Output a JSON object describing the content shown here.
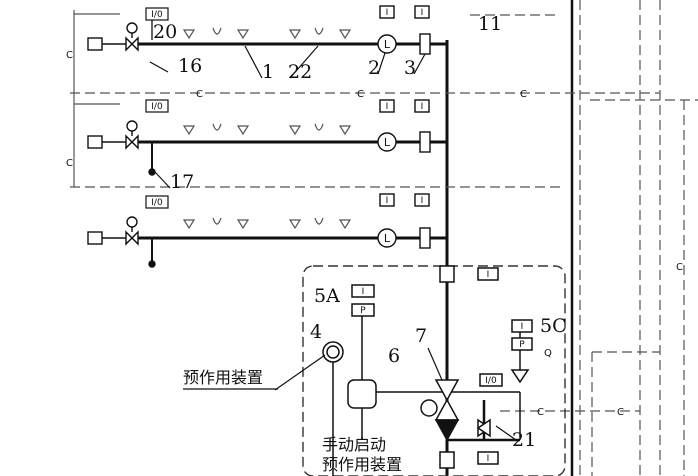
{
  "labels": {
    "n20": "20",
    "n16": "16",
    "n1": "1",
    "n22": "22",
    "n2": "2",
    "n3": "3",
    "n11": "11",
    "n17": "17",
    "n5A": "5A",
    "n4": "4",
    "n6": "6",
    "n7": "7",
    "n5C": "5C",
    "n21": "21"
  },
  "signals": {
    "c": "C",
    "q": "Q",
    "p": "P",
    "i": "I",
    "io": "I/0"
  },
  "annotations": {
    "preaction_device": "预作用装置",
    "manual_start_line1": "手动启动",
    "manual_start_line2": "预作用装置"
  },
  "colors": {
    "line": "#111111",
    "dash": "#555555"
  }
}
